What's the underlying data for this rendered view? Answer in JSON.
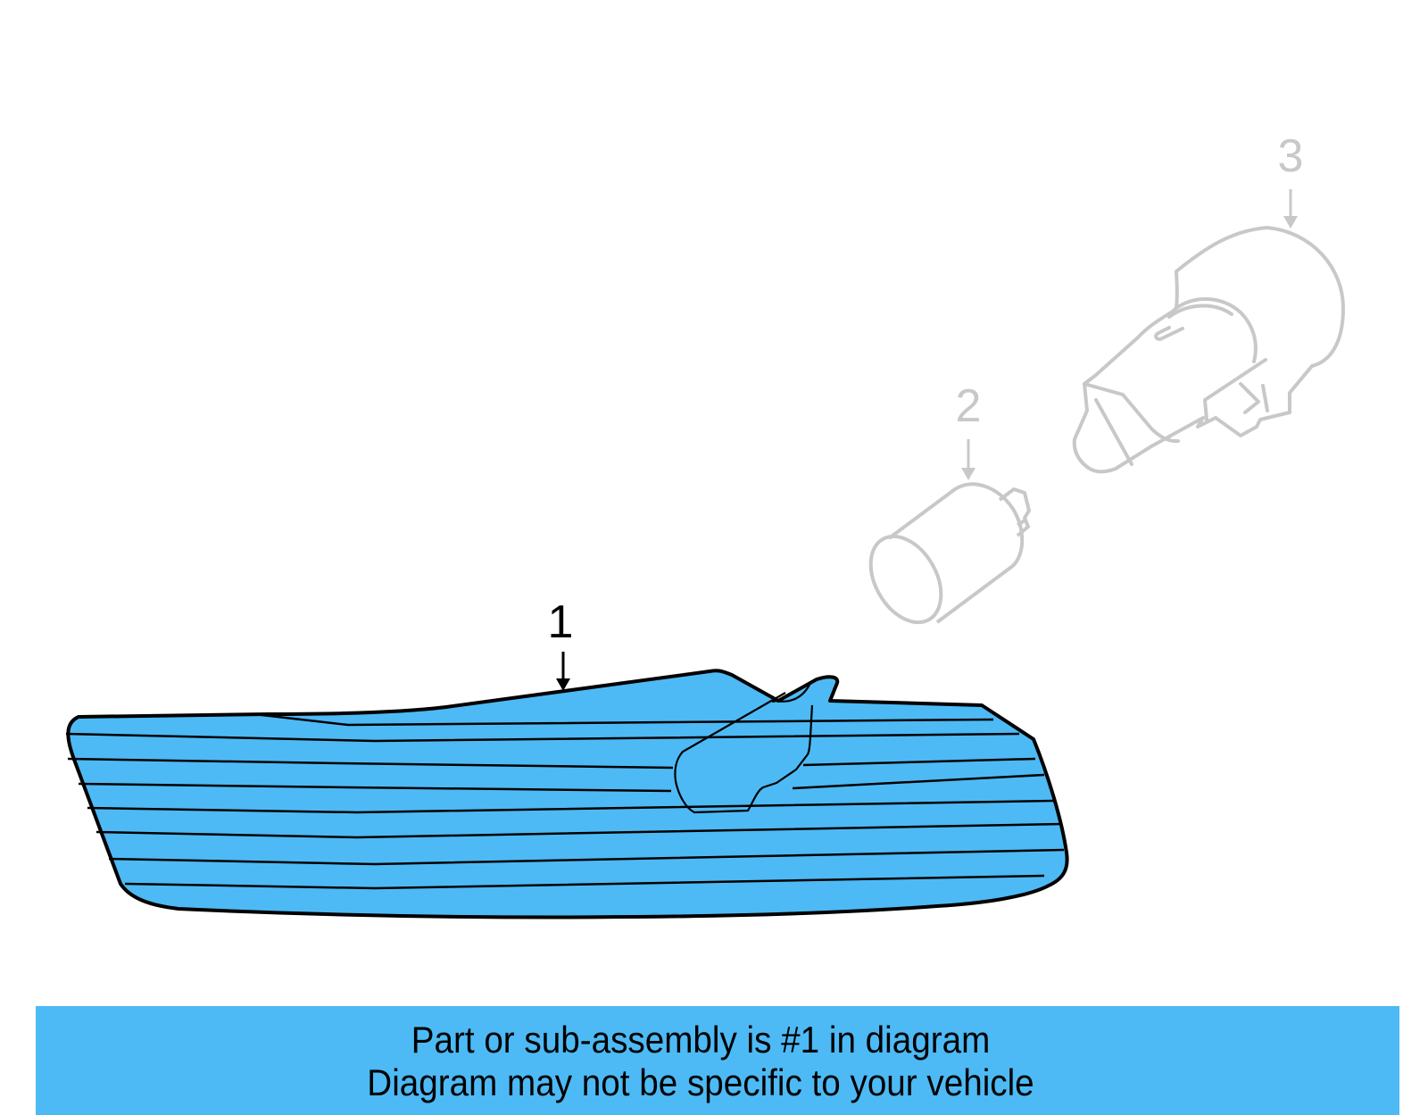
{
  "diagram": {
    "callouts": [
      {
        "number": "1",
        "part": "lamp-lens-assembly",
        "highlighted": true,
        "color": "#000000"
      },
      {
        "number": "2",
        "part": "bulb",
        "highlighted": false,
        "color": "#c8c8c8"
      },
      {
        "number": "3",
        "part": "bulb-socket",
        "highlighted": false,
        "color": "#c8c8c8"
      }
    ],
    "highlight_fill": "#4dbaf5"
  },
  "banner": {
    "line1": "Part or sub-assembly is #1 in diagram",
    "line2": "Diagram may not be specific to your vehicle",
    "background": "#4dbaf5"
  }
}
